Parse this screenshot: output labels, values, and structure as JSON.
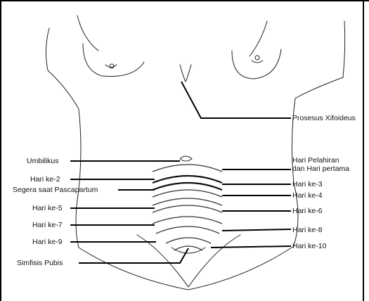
{
  "labels": {
    "prosesus": "Prosesus Xifoideus",
    "umbilikus": "Umbilikus",
    "hari_pelahiran_1": "Hari Pelahiran",
    "hari_pelahiran_2": "dan Hari pertama",
    "hari_2": "Hari ke-2",
    "hari_3": "Hari ke-3",
    "segera": "Segera saat Pascapartum",
    "hari_4": "Hari ke-4",
    "hari_5": "Hari ke-5",
    "hari_6": "Hari ke-6",
    "hari_7": "Hari ke-7",
    "hari_8": "Hari ke-8",
    "hari_9": "Hari ke-9",
    "hari_10": "Hari ke-10",
    "simfisis": "Simfisis Pubis"
  }
}
